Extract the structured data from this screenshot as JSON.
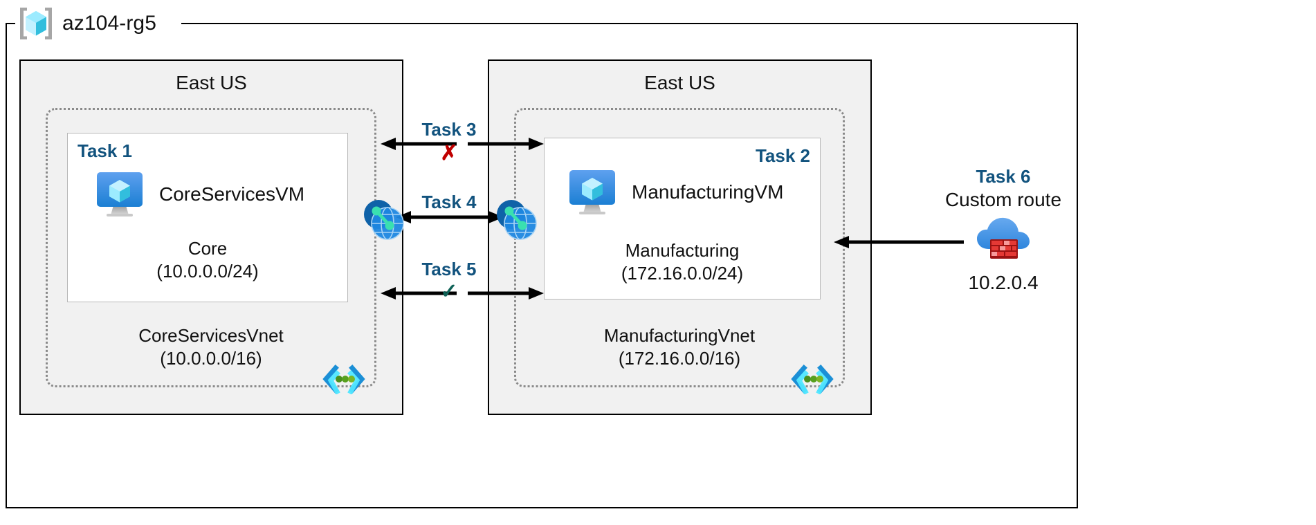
{
  "diagram": {
    "title": "az104-rg5",
    "resource_group_icon": "azure-resource-group-icon"
  },
  "colors": {
    "task_label": "#12537e",
    "region_fill": "#f1f1f1",
    "vnet_border": "#8a8a8a",
    "subnet_border": "#b8b8b8",
    "mark_fail": "#c00000",
    "mark_pass": "#0f6257",
    "vm_icon_blue": "#2382d6",
    "peering_blue": "#1364ac",
    "firewall_red": "#d32020",
    "cloud_blue": "#4a96e8"
  },
  "regions": [
    {
      "id": "left",
      "label": "East US",
      "vnet": {
        "name": "CoreServicesVnet",
        "cidr": "(10.0.0.0/16)",
        "subnet_glyph": "subnet-brackets-icon"
      },
      "subnet": {
        "task_badge": "Task 1",
        "vm_icon": "virtual-machine-icon",
        "vm_name": "CoreServicesVM",
        "name": "Core",
        "cidr": "(10.0.0.0/24)"
      }
    },
    {
      "id": "right",
      "label": "East US",
      "vnet": {
        "name": "ManufacturingVnet",
        "cidr": "(172.16.0.0/16)",
        "subnet_glyph": "subnet-brackets-icon"
      },
      "subnet": {
        "task_badge": "Task 2",
        "vm_icon": "virtual-machine-icon",
        "vm_name": "ManufacturingVM",
        "name": "Manufacturing",
        "cidr": "(172.16.0.0/24)"
      }
    }
  ],
  "peering": {
    "left_icon": "vnet-peering-icon",
    "right_icon": "vnet-peering-icon"
  },
  "connections": [
    {
      "id": "task3",
      "label": "Task 3",
      "mark": "✗",
      "mark_kind": "fail",
      "direction": "bidirectional"
    },
    {
      "id": "task4",
      "label": "Task 4",
      "mark": "",
      "mark_kind": "none",
      "direction": "bidirectional"
    },
    {
      "id": "task5",
      "label": "Task 5",
      "mark": "✓",
      "mark_kind": "pass",
      "direction": "bidirectional"
    }
  ],
  "task6": {
    "badge": "Task 6",
    "subtitle": "Custom route",
    "icon": "firewall-cloud-icon",
    "ip": "10.2.0.4",
    "arrow": "arrow-left"
  }
}
